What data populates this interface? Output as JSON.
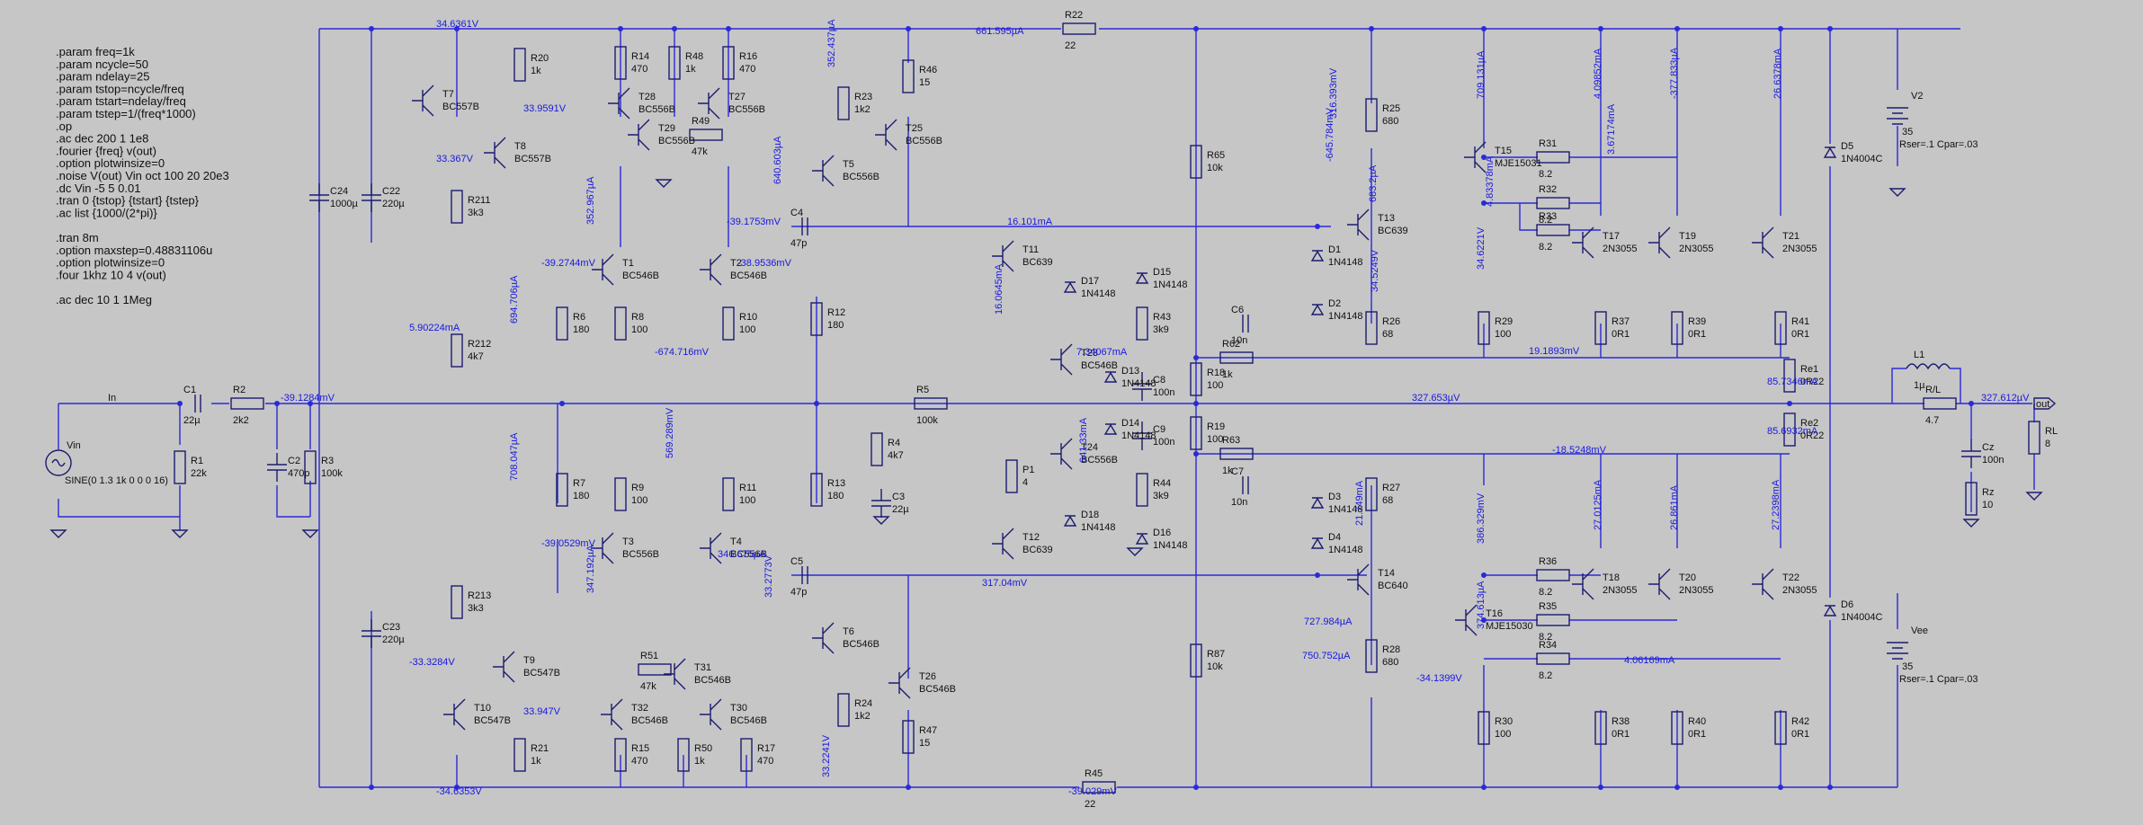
{
  "directives": [
    ".param freq=1k",
    ".param ncycle=50",
    ".param ndelay=25",
    ".param tstop=ncycle/freq",
    ".param tstart=ndelay/freq",
    ".param tstep=1/(freq*1000)",
    ".op",
    ".ac dec 200 1 1e8",
    ".fourier {freq} v(out)",
    ".option plotwinsize=0",
    ".noise V(out) Vin oct 100 20 20e3",
    ".dc Vin -5 5 0.01",
    ".tran 0 {tstop} {tstart} {tstep}",
    ".ac list {1000/(2*pi)}",
    "",
    ".tran 8m",
    ".option maxstep=0.48831106u",
    ".option plotwinsize=0",
    ".four 1khz 10 4 v(out)",
    "",
    ".ac dec 10 1 1Meg"
  ],
  "components": [
    {
      "ref": "R20",
      "val": "1k"
    },
    {
      "ref": "T7",
      "val": "BC557B"
    },
    {
      "ref": "T8",
      "val": "BC557B"
    },
    {
      "ref": "R211",
      "val": "3k3"
    },
    {
      "ref": "R212",
      "val": "4k7"
    },
    {
      "ref": "R213",
      "val": "3k3"
    },
    {
      "ref": "T9",
      "val": "BC547B"
    },
    {
      "ref": "T10",
      "val": "BC547B"
    },
    {
      "ref": "R21",
      "val": "1k"
    },
    {
      "ref": "C24",
      "val": "1000µ"
    },
    {
      "ref": "C22",
      "val": "220µ"
    },
    {
      "ref": "C23",
      "val": "220µ"
    },
    {
      "ref": "C1",
      "val": "22µ"
    },
    {
      "ref": "R2",
      "val": "2k2"
    },
    {
      "ref": "R1",
      "val": "22k"
    },
    {
      "ref": "C2",
      "val": "470p"
    },
    {
      "ref": "R3",
      "val": "100k"
    },
    {
      "ref": "R14",
      "val": "470"
    },
    {
      "ref": "R48",
      "val": "1k"
    },
    {
      "ref": "R16",
      "val": "470"
    },
    {
      "ref": "T28",
      "val": "BC556B"
    },
    {
      "ref": "T27",
      "val": "BC556B"
    },
    {
      "ref": "T29",
      "val": "BC556B"
    },
    {
      "ref": "R49",
      "val": "47k"
    },
    {
      "ref": "T1",
      "val": "BC546B"
    },
    {
      "ref": "T2",
      "val": "BC546B"
    },
    {
      "ref": "R6",
      "val": "180"
    },
    {
      "ref": "R8",
      "val": "100"
    },
    {
      "ref": "R10",
      "val": "100"
    },
    {
      "ref": "R12",
      "val": "180"
    },
    {
      "ref": "R7",
      "val": "180"
    },
    {
      "ref": "R9",
      "val": "100"
    },
    {
      "ref": "R11",
      "val": "100"
    },
    {
      "ref": "R13",
      "val": "180"
    },
    {
      "ref": "T3",
      "val": "BC556B"
    },
    {
      "ref": "T4",
      "val": "BC556B"
    },
    {
      "ref": "R51",
      "val": "47k"
    },
    {
      "ref": "T31",
      "val": "BC546B"
    },
    {
      "ref": "T32",
      "val": "BC546B"
    },
    {
      "ref": "T30",
      "val": "BC546B"
    },
    {
      "ref": "R15",
      "val": "470"
    },
    {
      "ref": "R50",
      "val": "1k"
    },
    {
      "ref": "R17",
      "val": "470"
    },
    {
      "ref": "R46",
      "val": "15"
    },
    {
      "ref": "R23",
      "val": "1k2"
    },
    {
      "ref": "T5",
      "val": "BC556B"
    },
    {
      "ref": "T25",
      "val": "BC556B"
    },
    {
      "ref": "C4",
      "val": "47p"
    },
    {
      "ref": "C5",
      "val": "47p"
    },
    {
      "ref": "T6",
      "val": "BC546B"
    },
    {
      "ref": "T26",
      "val": "BC546B"
    },
    {
      "ref": "R24",
      "val": "1k2"
    },
    {
      "ref": "R47",
      "val": "15"
    },
    {
      "ref": "R4",
      "val": "4k7"
    },
    {
      "ref": "C3",
      "val": "22µ"
    },
    {
      "ref": "R5",
      "val": "100k"
    },
    {
      "ref": "T11",
      "val": "BC639"
    },
    {
      "ref": "D17",
      "val": "1N4148"
    },
    {
      "ref": "D15",
      "val": "1N4148"
    },
    {
      "ref": "R43",
      "val": "3k9"
    },
    {
      "ref": "T23",
      "val": "BC546B"
    },
    {
      "ref": "D13",
      "val": "1N4148"
    },
    {
      "ref": "C8",
      "val": "100n"
    },
    {
      "ref": "D14",
      "val": "1N4148"
    },
    {
      "ref": "C9",
      "val": "100n"
    },
    {
      "ref": "T24",
      "val": "BC556B"
    },
    {
      "ref": "R44",
      "val": "3k9"
    },
    {
      "ref": "D18",
      "val": "1N4148"
    },
    {
      "ref": "D16",
      "val": "1N4148"
    },
    {
      "ref": "P1",
      "val": "4"
    },
    {
      "ref": "T12",
      "val": "BC639"
    },
    {
      "ref": "R65",
      "val": "10k"
    },
    {
      "ref": "R18",
      "val": "100"
    },
    {
      "ref": "R19",
      "val": "100"
    },
    {
      "ref": "R87",
      "val": "10k"
    },
    {
      "ref": "C6",
      "val": "10n"
    },
    {
      "ref": "R62",
      "val": "1k"
    },
    {
      "ref": "R63",
      "val": "1k"
    },
    {
      "ref": "C7",
      "val": "10n"
    },
    {
      "ref": "D1",
      "val": "1N4148"
    },
    {
      "ref": "D2",
      "val": "1N4148"
    },
    {
      "ref": "D3",
      "val": "1N4148"
    },
    {
      "ref": "D4",
      "val": "1N4148"
    },
    {
      "ref": "R25",
      "val": "680"
    },
    {
      "ref": "T13",
      "val": "BC639"
    },
    {
      "ref": "R26",
      "val": "68"
    },
    {
      "ref": "R27",
      "val": "68"
    },
    {
      "ref": "T14",
      "val": "BC640"
    },
    {
      "ref": "R28",
      "val": "680"
    },
    {
      "ref": "T15",
      "val": "MJE15031"
    },
    {
      "ref": "R29",
      "val": "100"
    },
    {
      "ref": "T16",
      "val": "MJE15030"
    },
    {
      "ref": "R30",
      "val": "100"
    },
    {
      "ref": "R31",
      "val": "8.2"
    },
    {
      "ref": "R32",
      "val": "8.2"
    },
    {
      "ref": "R33",
      "val": "8.2"
    },
    {
      "ref": "R36",
      "val": "8.2"
    },
    {
      "ref": "R35",
      "val": "8.2"
    },
    {
      "ref": "R34",
      "val": "8.2"
    },
    {
      "ref": "T17",
      "val": "2N3055"
    },
    {
      "ref": "T19",
      "val": "2N3055"
    },
    {
      "ref": "T21",
      "val": "2N3055"
    },
    {
      "ref": "T18",
      "val": "2N3055"
    },
    {
      "ref": "T20",
      "val": "2N3055"
    },
    {
      "ref": "T22",
      "val": "2N3055"
    },
    {
      "ref": "R37",
      "val": "0R1"
    },
    {
      "ref": "R39",
      "val": "0R1"
    },
    {
      "ref": "R41",
      "val": "0R1"
    },
    {
      "ref": "R38",
      "val": "0R1"
    },
    {
      "ref": "R40",
      "val": "0R1"
    },
    {
      "ref": "R42",
      "val": "0R1"
    },
    {
      "ref": "Re1",
      "val": "0R22"
    },
    {
      "ref": "Re2",
      "val": "0R22"
    },
    {
      "ref": "D5",
      "val": "1N4004C"
    },
    {
      "ref": "D6",
      "val": "1N4004C"
    },
    {
      "ref": "L1",
      "val": "1µ"
    },
    {
      "ref": "R/L",
      "val": "4.7"
    },
    {
      "ref": "Cz",
      "val": "100n"
    },
    {
      "ref": "Rz",
      "val": "10"
    },
    {
      "ref": "RL",
      "val": "8"
    },
    {
      "ref": "R22",
      "val": "22"
    },
    {
      "ref": "R45",
      "val": "22"
    }
  ],
  "sources": {
    "vin": {
      "ref": "Vin",
      "value": "SINE(0 1.3 1k 0 0 0 16)"
    },
    "v2": {
      "ref": "V2",
      "value": "35",
      "params": "Rser=.1 Cpar=.03"
    },
    "vee": {
      "ref": "Vee",
      "value": "35",
      "params": "Rser=.1 Cpar=.03"
    }
  },
  "nets": {
    "input": "In",
    "output": "out"
  },
  "measurements": [
    "34.6361V",
    "33.9591V",
    "33.367V",
    "5.90224mA",
    "-39.1284mV",
    "-33.3284V",
    "33.947V",
    "-34.6353V",
    "352.967µA",
    "-39.2744mV",
    "694.706µA",
    "-674.716mV",
    "708.047µA",
    "-39.0529mV",
    "347.192µA",
    "569.289mV",
    "346.675µA",
    "-38.9536mV",
    "-39.1753mV",
    "352.437µA",
    "640.603µA",
    "33.2773V",
    "33.2241V",
    "661.595µA",
    "-39.029mV",
    "16.0645mA",
    "16.101mA",
    "7.34067mA",
    "641.33mA",
    "317.04mV",
    "316.393mV",
    "-645.784mV",
    "683.2µA",
    "34.5249V",
    "21.749mA",
    "727.984µA",
    "750.752µA",
    "-34.1399V",
    "709.131µA",
    "34.6221V",
    "4.83378mA",
    "3.67174mA",
    "386.329mV",
    "374.613µA",
    "4.06169mA",
    "4.09852mA",
    "-377.833µA",
    "26.6378mA",
    "27.0125mA",
    "26.861mA",
    "27.2398mA",
    "19.1893mV",
    "-18.5248mV",
    "327.653µV",
    "85.7346mA",
    "85.6932mA",
    "327.612µV"
  ]
}
